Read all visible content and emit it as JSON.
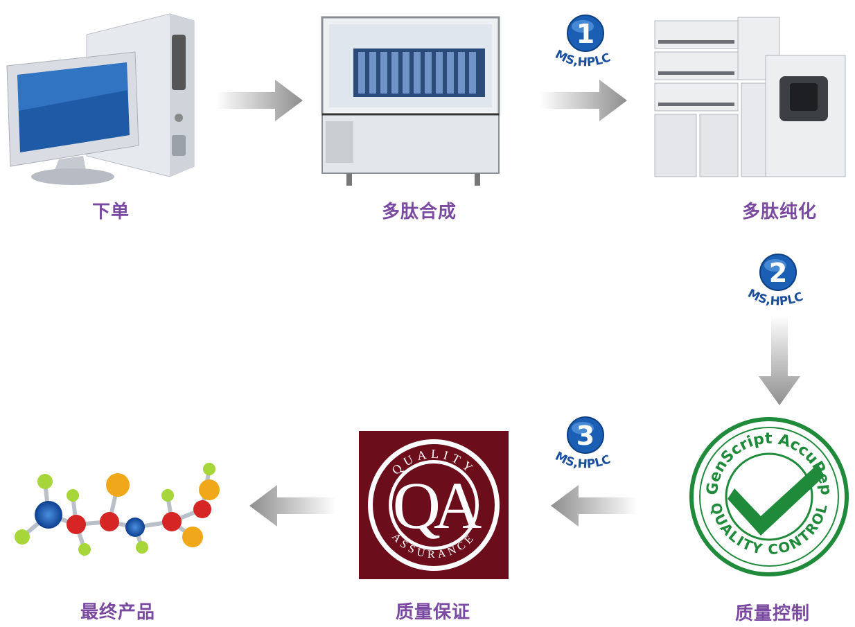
{
  "steps": [
    {
      "label": "下单",
      "icon": "computer-icon"
    },
    {
      "label": "多肽合成",
      "icon": "peptide-synthesizer-icon"
    },
    {
      "label": "多肽纯化",
      "icon": "hplc-instrument-icon"
    },
    {
      "label": "质量控制",
      "icon": "quality-control-stamp-icon"
    },
    {
      "label": "质量保证",
      "icon": "quality-assurance-logo-icon"
    },
    {
      "label": "最终产品",
      "icon": "molecule-icon"
    }
  ],
  "checkpoints": [
    {
      "number": "1",
      "text": "MS,HPLC"
    },
    {
      "number": "2",
      "text": "MS,HPLC"
    },
    {
      "number": "3",
      "text": "MS,HPLC"
    }
  ],
  "qa_logo": {
    "top_text": "QUALITY",
    "bottom_text": "ASSURANCE",
    "letters": "QA"
  },
  "qc_stamp": {
    "top_text": "GenScript AccuPep",
    "bottom_text": "QUALITY CONTROL"
  },
  "colors": {
    "label": "#7a4aa0",
    "badge": "#1a5fb4",
    "qa_bg": "#6b0d1a",
    "stamp": "#1e8a3a",
    "arrow": "#9a9a9a"
  }
}
